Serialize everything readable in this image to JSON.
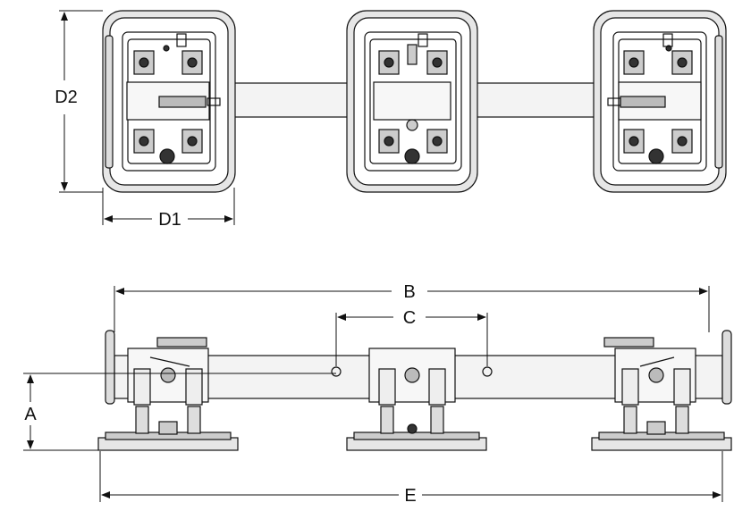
{
  "dimensions": {
    "d2": "D2",
    "d1": "D1",
    "b": "B",
    "c": "C",
    "a": "A",
    "e": "E"
  },
  "colors": {
    "line": "#111111",
    "plate_fill": "#e6e6e6",
    "beam_fill": "#f3f3f3",
    "spring": "#222222"
  },
  "views": {
    "top": {
      "pads": 3
    },
    "side": {
      "pads": 3
    }
  }
}
